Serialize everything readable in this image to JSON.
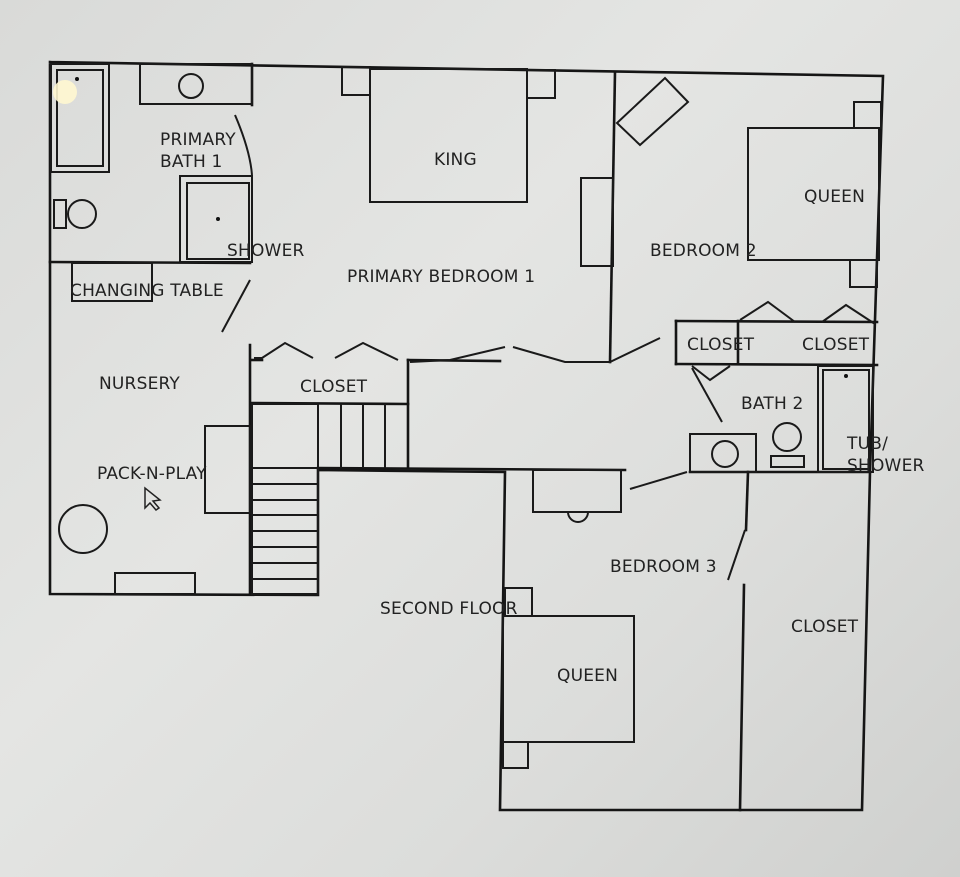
{
  "plan": {
    "title": "SECOND FLOOR",
    "rooms": [
      {
        "id": "primary-bath",
        "label_lines": [
          "PRIMARY",
          "BATH 1"
        ]
      },
      {
        "id": "shower",
        "label": "SHOWER"
      },
      {
        "id": "changing-table",
        "label": "CHANGING TABLE"
      },
      {
        "id": "nursery",
        "label": "NURSERY"
      },
      {
        "id": "pack-n-play",
        "label": "PACK-N-PLAY"
      },
      {
        "id": "closet-hall",
        "label": "CLOSET"
      },
      {
        "id": "king",
        "label": "KING"
      },
      {
        "id": "primary-bedroom",
        "label": "PRIMARY BEDROOM 1"
      },
      {
        "id": "queen-bed2",
        "label": "QUEEN"
      },
      {
        "id": "bedroom-2",
        "label": "BEDROOM 2"
      },
      {
        "id": "closet-b2a",
        "label": "CLOSET"
      },
      {
        "id": "closet-b2b",
        "label": "CLOSET"
      },
      {
        "id": "bath-2",
        "label": "BATH 2"
      },
      {
        "id": "tub-shower",
        "label_lines": [
          "TUB/",
          "SHOWER"
        ]
      },
      {
        "id": "bedroom-3",
        "label": "BEDROOM 3"
      },
      {
        "id": "closet-b3",
        "label": "CLOSET"
      },
      {
        "id": "queen-bed3",
        "label": "QUEEN"
      }
    ]
  },
  "colors": {
    "background": "#dcdddb",
    "line": "#151515",
    "text": "#222222"
  }
}
